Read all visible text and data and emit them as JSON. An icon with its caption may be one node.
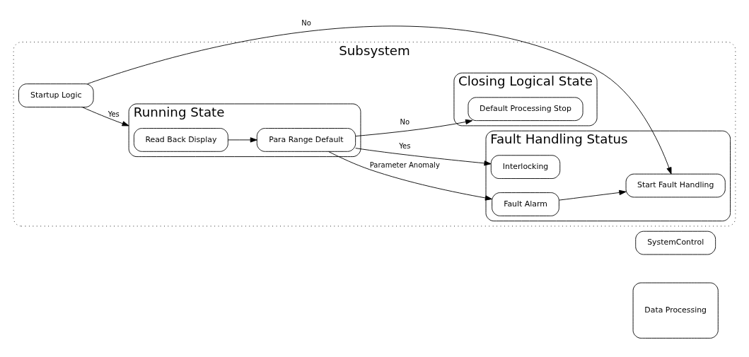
{
  "diagram": {
    "nodes": [
      {
        "text": [
          "Subsystem"
        ]
      },
      {
        "text": [
          "Startup Logic"
        ],
        "in": 0
      },
      {
        "text": [
          "Running State"
        ],
        "in": 0
      },
      {
        "text": [
          "Read Back Display"
        ],
        "in": 2
      },
      {
        "text": [
          "Para Range Default"
        ],
        "in": 2
      },
      {
        "text": [
          "Fault Handling Status"
        ],
        "in": 0
      },
      {
        "text": [
          "Start Fault Handling"
        ],
        "in": 5
      },
      {
        "text": [
          "Fault Alarm"
        ],
        "in": 5
      },
      {
        "text": [
          "Interlocking"
        ],
        "in": 5
      },
      {
        "text": [
          "Closing Logical State"
        ],
        "in": 0
      },
      {
        "text": [
          "Default Processing Stop"
        ],
        "in": 9
      },
      {
        "text": [
          "SystemControl"
        ]
      },
      {
        "text": [
          "Data Processing"
        ]
      }
    ],
    "edges": [
      {
        "from": 1,
        "to": 2,
        "arrow": "to",
        "label": "Yes"
      },
      {
        "from": 1,
        "to": 6,
        "arrow": "to",
        "label": "No"
      },
      {
        "from": 3,
        "to": 4,
        "arrow": "to"
      },
      {
        "from": 4,
        "to": 7,
        "arrow": "to",
        "label": "Parameter Anomaly"
      },
      {
        "from": 4,
        "to": 8,
        "arrow": "to",
        "label": "Yes"
      },
      {
        "from": 4,
        "to": 10,
        "arrow": "to",
        "label": "No"
      },
      {
        "from": 7,
        "to": 6,
        "arrow": "to"
      }
    ]
  }
}
